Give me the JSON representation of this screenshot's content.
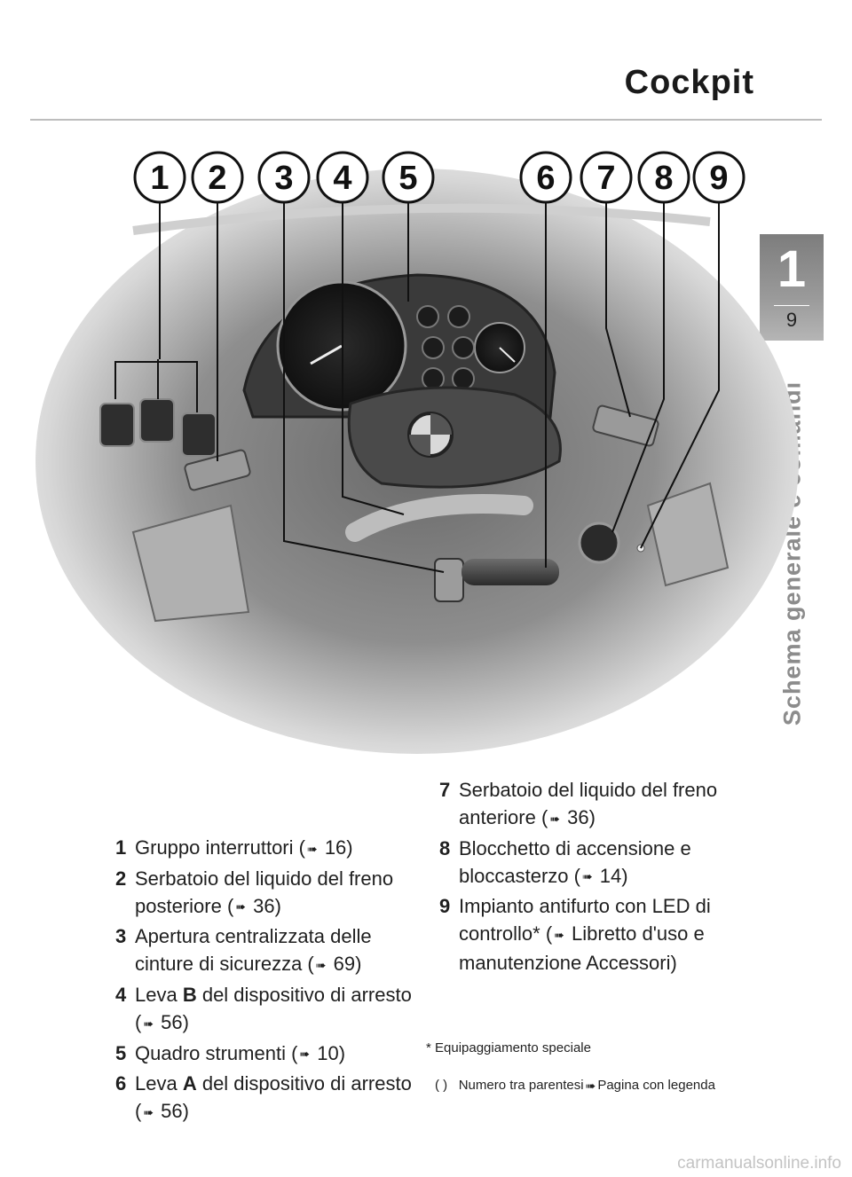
{
  "header": {
    "title": "Cockpit"
  },
  "chapter": {
    "number": "1",
    "page": "9",
    "section": "Schema generale e comandi"
  },
  "photo": {
    "callouts": [
      "1",
      "2",
      "3",
      "4",
      "5",
      "6",
      "7",
      "8",
      "9"
    ]
  },
  "legend": [
    {
      "num": "1",
      "parts": [
        "Gruppo interruttori (",
        "➠",
        " 16)"
      ]
    },
    {
      "num": "2",
      "parts": [
        "Serbatoio del liquido del freno posteriore (",
        "➠",
        " 36)"
      ]
    },
    {
      "num": "3",
      "parts": [
        "Apertura centralizzata delle cinture di sicurezza (",
        "➠",
        " 69)"
      ]
    },
    {
      "num": "4",
      "pre": "Leva ",
      "bold": "B",
      "parts": [
        " del dispositivo di arresto (",
        "➠",
        " 56)"
      ]
    },
    {
      "num": "5",
      "parts": [
        "Quadro strumenti (",
        "➠",
        " 10)"
      ]
    },
    {
      "num": "6",
      "pre": "Leva ",
      "bold": "A",
      "parts": [
        " del dispositivo di arresto (",
        "➠",
        " 56)"
      ]
    },
    {
      "num": "7",
      "parts": [
        "Serbatoio del liquido del freno anteriore (",
        "➠",
        " 36)"
      ]
    },
    {
      "num": "8",
      "parts": [
        "Blocchetto di accensione e bloccasterzo (",
        "➠",
        " 14)"
      ]
    },
    {
      "num": "9",
      "parts": [
        "Impianto antifurto con LED di controllo* (",
        "➠",
        " Libretto d'uso e manutenzione Accessori)"
      ]
    }
  ],
  "footnotes": {
    "special": "* Equipaggiamento speciale",
    "paren_key": "(   )",
    "paren_text": "Numero tra parentesi",
    "paren_arrow": "➠",
    "paren_text2": "Pagina con legenda"
  },
  "watermark": "carmanualsonline.info",
  "colors": {
    "tab": "#8a8a8a",
    "side_label": "#8c8c8c",
    "rule": "#bdbdbd"
  }
}
